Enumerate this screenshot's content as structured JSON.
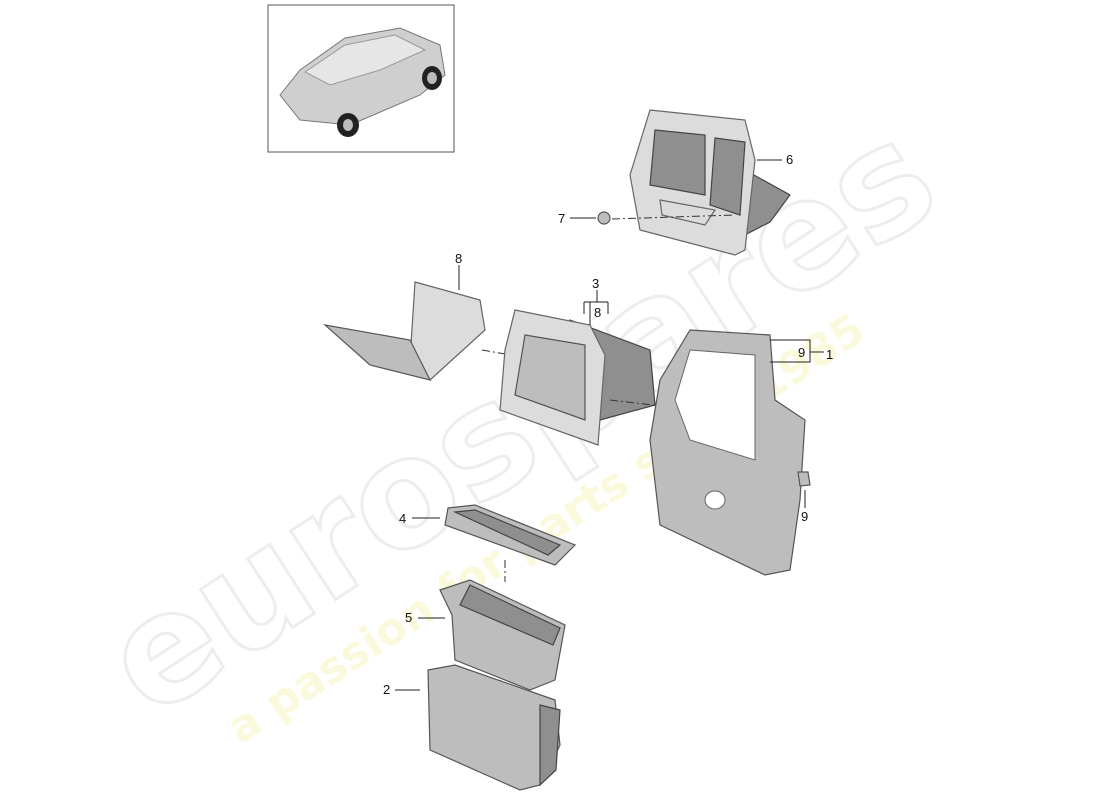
{
  "watermark": {
    "brand": "eurospares",
    "tagline": "a passion for parts since 1985"
  },
  "thumbnail": {
    "icon": "car-overview-icon"
  },
  "callouts": [
    {
      "id": "label-6",
      "text": "6"
    },
    {
      "id": "label-7",
      "text": "7"
    },
    {
      "id": "label-8-top",
      "text": "8"
    },
    {
      "id": "label-3",
      "text": "3"
    },
    {
      "id": "label-8-bracket",
      "text": "8"
    },
    {
      "id": "label-9-bracket",
      "text": "9"
    },
    {
      "id": "label-1",
      "text": "1"
    },
    {
      "id": "label-9",
      "text": "9"
    },
    {
      "id": "label-4",
      "text": "4"
    },
    {
      "id": "label-5",
      "text": "5"
    },
    {
      "id": "label-2",
      "text": "2"
    }
  ]
}
